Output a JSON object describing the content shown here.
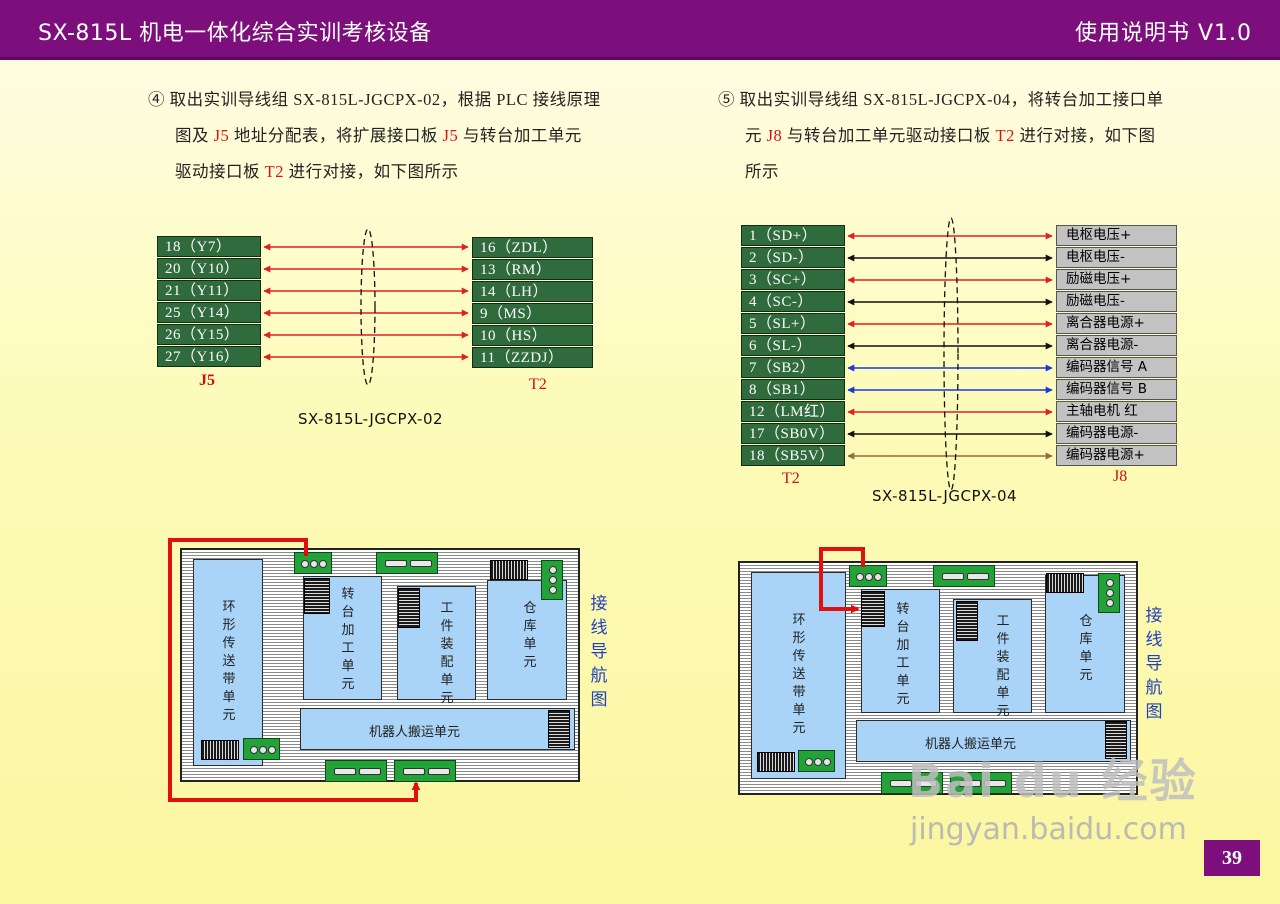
{
  "header": {
    "left_title": "SX-815L 机电一体化综合实训考核设备",
    "right_title": "使用说明书   V1.0"
  },
  "step4": {
    "marker": "④",
    "line1": "取出实训导线组 SX-815L-JGCPX-02，根据 PLC 接线原理",
    "line2_a": "图及 ",
    "line2_red1": "J5",
    "line2_b": " 地址分配表，将扩展接口板 ",
    "line2_red2": "J5",
    "line2_c": " 与转台加工单元",
    "line3_a": "驱动接口板 ",
    "line3_red": "T2",
    "line3_b": " 进行对接，如下图所示"
  },
  "step5": {
    "marker": "⑤",
    "line1": "取出实训导线组 SX-815L-JGCPX-04，将转台加工接口单",
    "line2_a": "元 ",
    "line2_red1": "J8",
    "line2_b": " 与转台加工单元驱动接口板 ",
    "line2_red2": "T2",
    "line2_c": " 进行对接，如下图",
    "line3": "所示"
  },
  "diagram1": {
    "left_connector": "J5",
    "right_connector": "T2",
    "cable_label": "SX-815L-JGCPX-02",
    "left_pins": [
      "18（Y7）",
      "20（Y10）",
      "21（Y11）",
      "25（Y14）",
      "26（Y15）",
      "27（Y16）"
    ],
    "right_pins": [
      "16（ZDL）",
      "13（RM）",
      "14（LH）",
      "9（MS）",
      "10（HS）",
      "11（ZZDJ）"
    ],
    "arrow_colors": [
      "#e02020",
      "#e02020",
      "#e02020",
      "#e02020",
      "#e02020",
      "#e02020"
    ]
  },
  "diagram2": {
    "left_connector": "T2",
    "right_connector": "J8",
    "cable_label": "SX-815L-JGCPX-04",
    "left_pins": [
      "1（SD+）",
      "2（SD-）",
      "3（SC+）",
      "4（SC-）",
      "5（SL+）",
      "6（SL-）",
      "7（SB2）",
      "8（SB1）",
      "12（LM红）",
      "17（SB0V）",
      "18（SB5V）"
    ],
    "right_signals": [
      "电枢电压+",
      "电枢电压-",
      "励磁电压+",
      "励磁电压-",
      "离合器电源+",
      "离合器电源-",
      "编码器信号 A",
      "编码器信号 B",
      "主轴电机 红",
      "编码器电源-",
      "编码器电源+"
    ],
    "arrow_colors": [
      "#e02020",
      "#111111",
      "#e02020",
      "#111111",
      "#e02020",
      "#111111",
      "#1a3ad8",
      "#1a3ad8",
      "#e02020",
      "#111111",
      "#9a6a3a"
    ]
  },
  "nav_map": {
    "units": {
      "ring_conveyor": "环形传送带单元",
      "turntable": "转台加工单元",
      "assembly": "工件装配单元",
      "warehouse": "仓库单元",
      "robot": "机器人搬运单元"
    },
    "side_label": "接线导航图",
    "route_color": "#e01010"
  },
  "watermark": {
    "logo": "Bai du 经验",
    "url": "jingyan.baidu.com"
  },
  "page_number": "39"
}
